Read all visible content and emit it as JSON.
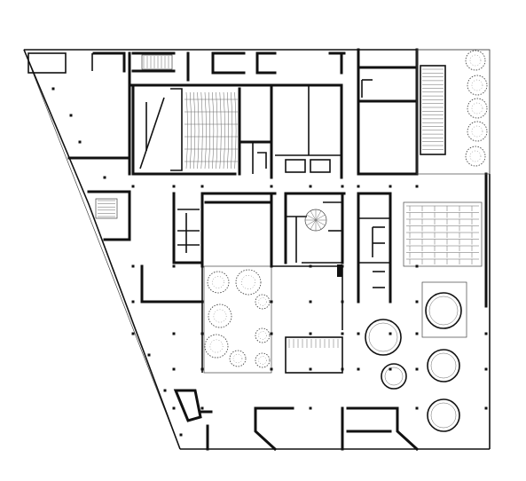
{
  "drawing": {
    "kind": "architectural floor plan",
    "line_color": "#111111",
    "background": "#ffffff",
    "features": [
      "auditorium-seating",
      "stair-cores",
      "courtyard-trees",
      "terrace-trees",
      "round-tables",
      "columns"
    ]
  }
}
